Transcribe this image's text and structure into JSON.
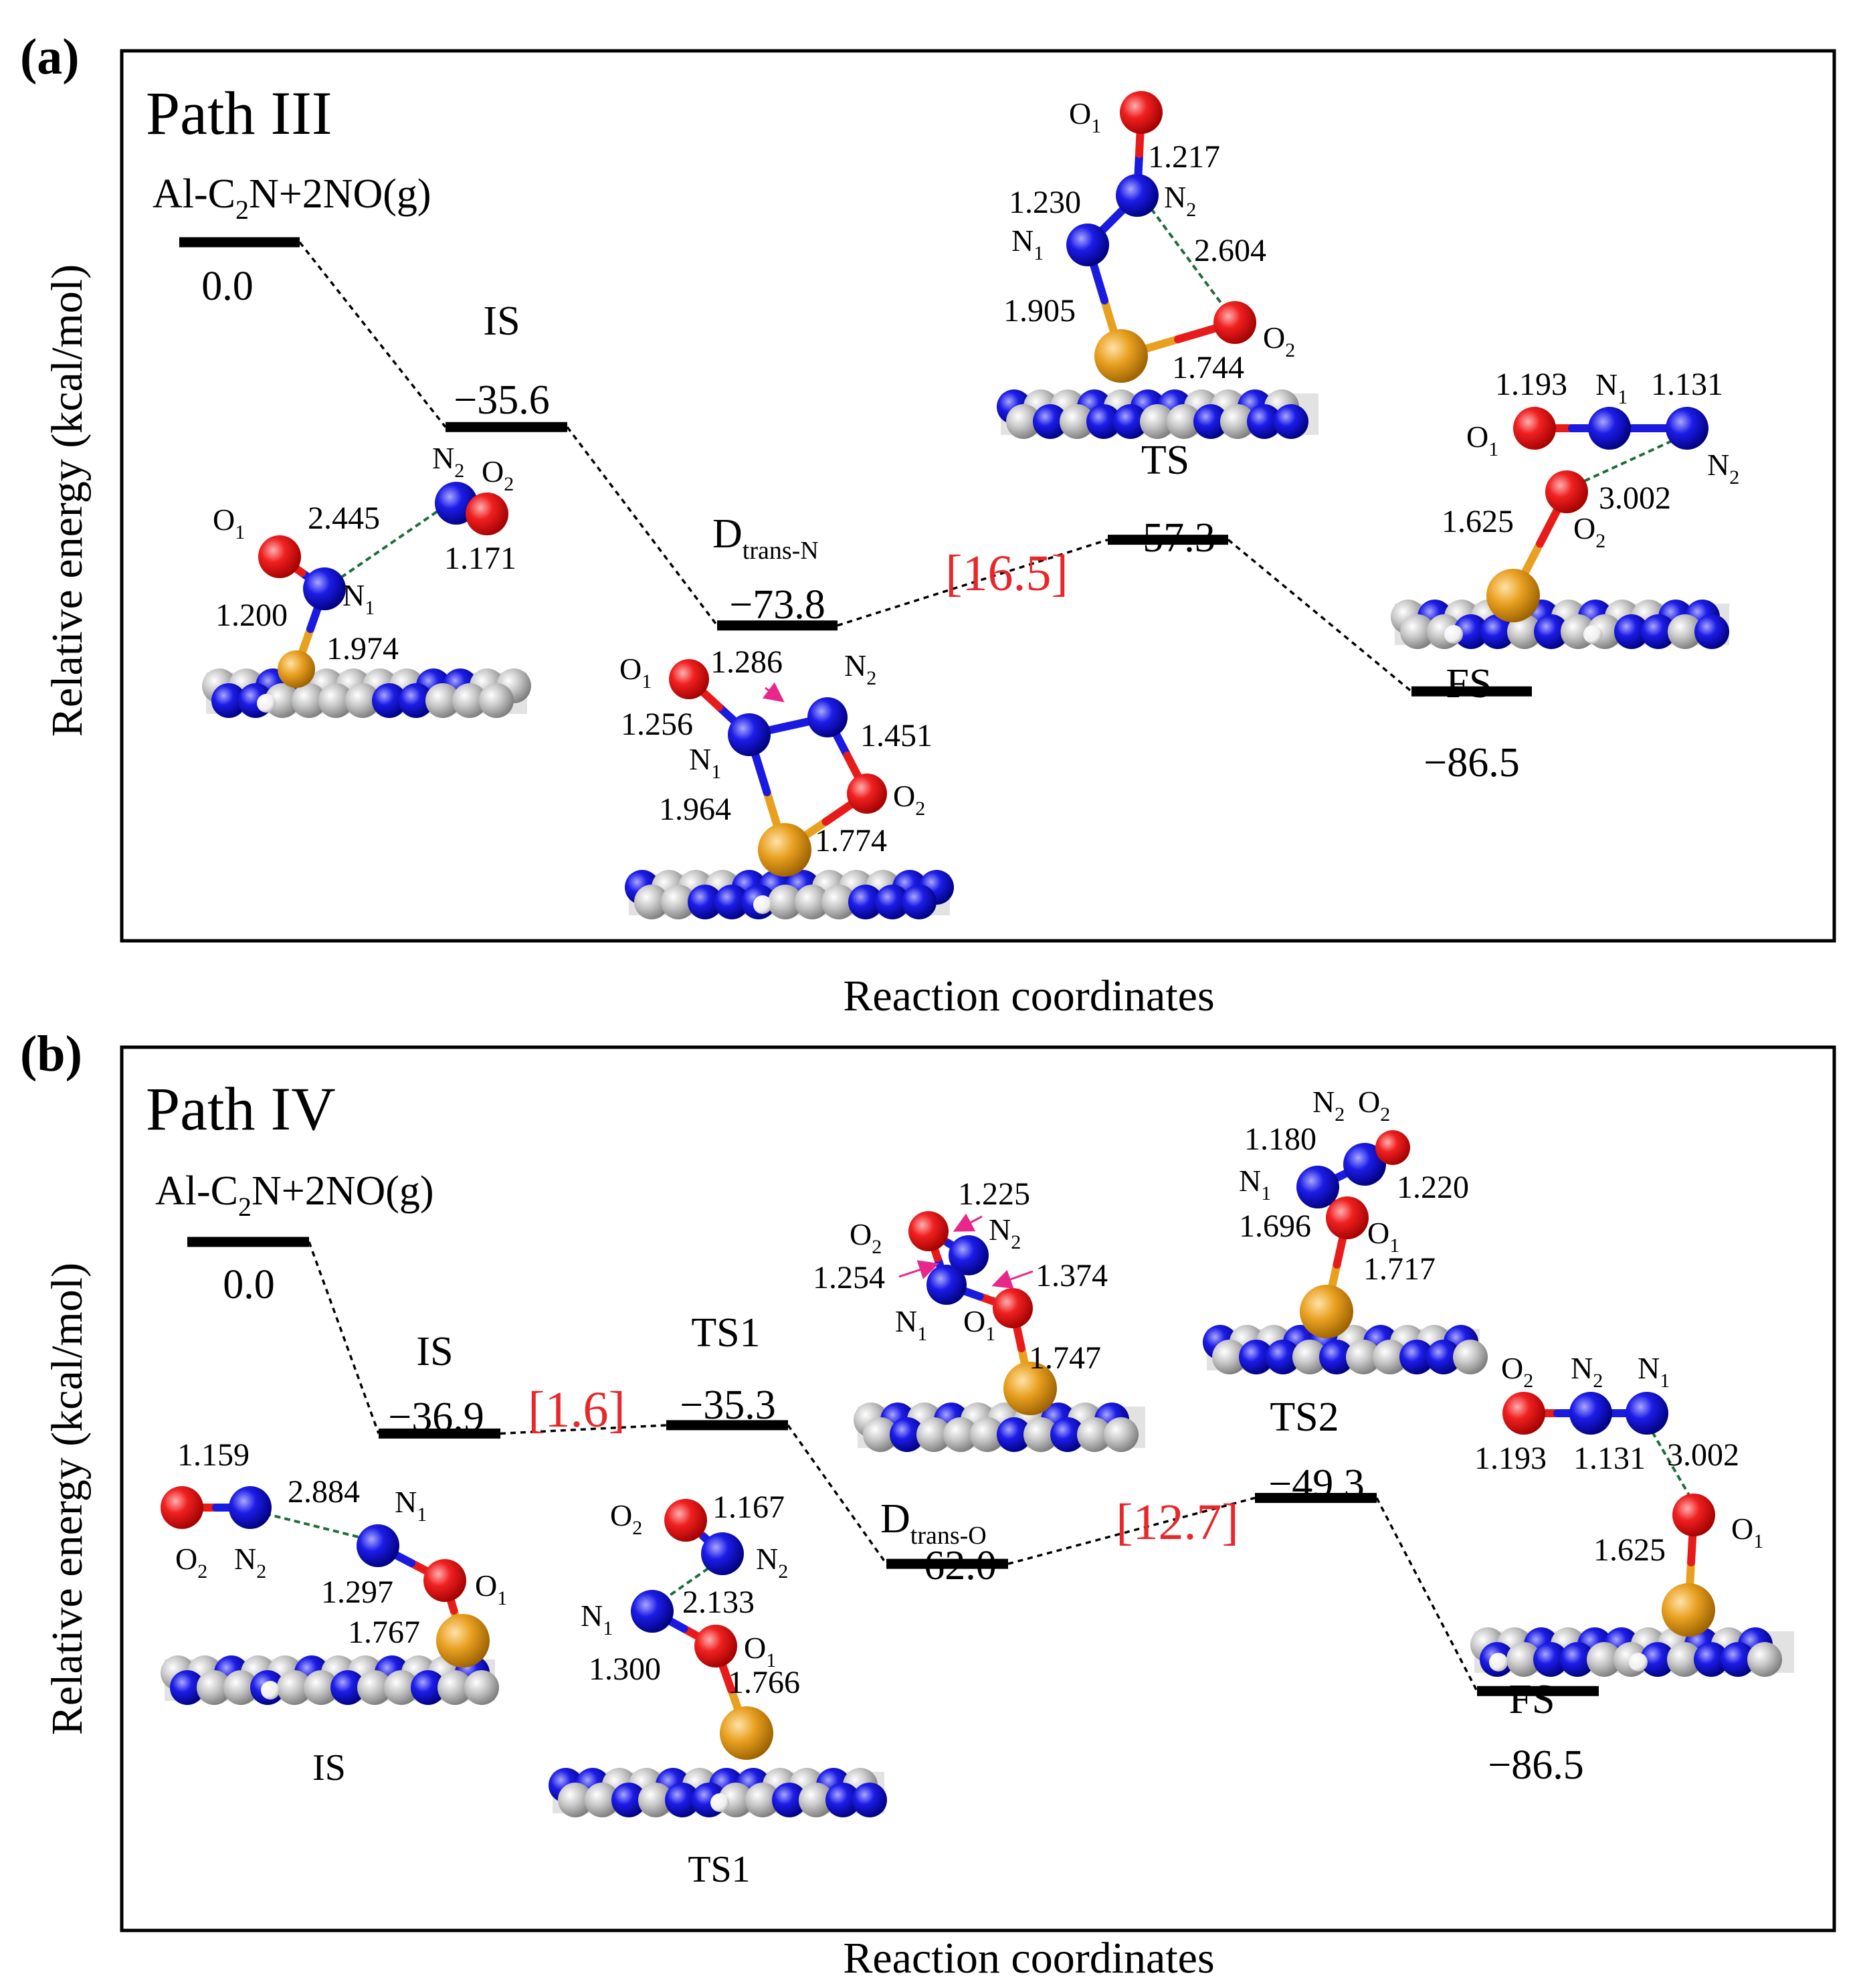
{
  "chart_data": [
    {
      "type": "energy-profile",
      "panel_label": "(a)",
      "title": "Path III",
      "xlabel": "Reaction coordinates",
      "ylabel": "Relative energy (kcal/mol)",
      "states": [
        {
          "label": "Al-C₂N+2NO(g)",
          "label_main": "Al-C",
          "label_sub": "2",
          "label_rest": "N+2NO(g)",
          "energy": 0.0,
          "energy_text": "0.0"
        },
        {
          "label": "IS",
          "energy": -35.6,
          "energy_text": "−35.6"
        },
        {
          "label": "D trans-N",
          "label_main": "D",
          "label_sub": "trans-N",
          "energy": -73.8,
          "energy_text": "−73.8"
        },
        {
          "label": "TS",
          "energy": -57.3,
          "energy_text": "−57.3"
        },
        {
          "label": "FS",
          "energy": -86.5,
          "energy_text": "−86.5"
        }
      ],
      "barriers": [
        {
          "between": [
            "D trans-N",
            "TS"
          ],
          "value": 16.5,
          "text": "[16.5]"
        }
      ],
      "structures": [
        {
          "state": "IS",
          "distances": [
            "2.445",
            "1.171",
            "1.200",
            "1.974"
          ],
          "atoms": [
            "O",
            "1",
            "N",
            "1",
            "N",
            "2",
            "O",
            "2"
          ]
        },
        {
          "state": "D trans-N",
          "distances": [
            "1.286",
            "1.256",
            "1.451",
            "1.964",
            "1.774"
          ],
          "atoms": [
            "O",
            "1",
            "N",
            "2",
            "N",
            "1",
            "O",
            "2"
          ]
        },
        {
          "state": "TS",
          "distances": [
            "1.217",
            "1.230",
            "2.604",
            "1.905",
            "1.744"
          ],
          "atoms": [
            "O",
            "1",
            "N",
            "2",
            "N",
            "1",
            "O",
            "2"
          ]
        },
        {
          "state": "FS",
          "distances": [
            "1.193",
            "1.131",
            "3.002",
            "1.625"
          ],
          "atoms": [
            "N",
            "1",
            "O",
            "1",
            "N",
            "2",
            "O",
            "2"
          ]
        }
      ]
    },
    {
      "type": "energy-profile",
      "panel_label": "(b)",
      "title": "Path IV",
      "xlabel": "Reaction coordinates",
      "ylabel": "Relative energy (kcal/mol)",
      "states": [
        {
          "label": "Al-C₂N+2NO(g)",
          "label_main": "Al-C",
          "label_sub": "2",
          "label_rest": "N+2NO(g)",
          "energy": 0.0,
          "energy_text": "0.0"
        },
        {
          "label": "IS",
          "energy": -36.9,
          "energy_text": "−36.9"
        },
        {
          "label": "TS1",
          "energy": -35.3,
          "energy_text": "−35.3"
        },
        {
          "label": "D trans-O",
          "label_main": "D",
          "label_sub": "trans-O",
          "energy": -62.0,
          "energy_text": "−62.0"
        },
        {
          "label": "TS2",
          "energy": -49.3,
          "energy_text": "−49.3"
        },
        {
          "label": "FS",
          "energy": -86.5,
          "energy_text": "−86.5"
        }
      ],
      "barriers": [
        {
          "between": [
            "IS",
            "TS1"
          ],
          "value": 1.6,
          "text": "[1.6]"
        },
        {
          "between": [
            "D trans-O",
            "TS2"
          ],
          "value": 12.7,
          "text": "[12.7]"
        }
      ],
      "structure_captions": [
        "IS",
        "TS1"
      ],
      "structures": [
        {
          "state": "IS",
          "distances": [
            "1.159",
            "2.884",
            "1.297",
            "1.767"
          ],
          "atoms": [
            "N",
            "1",
            "O",
            "2",
            "N",
            "2",
            "O",
            "1"
          ]
        },
        {
          "state": "TS1",
          "distances": [
            "1.167",
            "2.133",
            "1.300",
            "1.766"
          ],
          "atoms": [
            "O",
            "2",
            "N",
            "2",
            "N",
            "1",
            "O",
            "1"
          ]
        },
        {
          "state": "D trans-O",
          "distances": [
            "1.225",
            "1.254",
            "1.374",
            "1.747"
          ],
          "atoms": [
            "O",
            "2",
            "N",
            "2",
            "N",
            "1",
            "O",
            "1"
          ]
        },
        {
          "state": "TS2",
          "distances": [
            "1.180",
            "1.220",
            "1.696",
            "1.717"
          ],
          "atoms": [
            "N",
            "2",
            "O",
            "2",
            "N",
            "1",
            "O",
            "1"
          ]
        },
        {
          "state": "FS",
          "distances": [
            "1.193",
            "1.131",
            "3.002",
            "1.625"
          ],
          "atoms": [
            "O",
            "2",
            "N",
            "2",
            "N",
            "1",
            "O",
            "1"
          ]
        }
      ]
    }
  ],
  "colors": {
    "frame": "#000000",
    "level": "#000000",
    "connector": "#000000",
    "barrier_text": "#e8272a",
    "oxygen": "#e81b1b",
    "nitrogen": "#1a1ae0",
    "aluminum": "#e8a020",
    "carbon": "#b4b4b4",
    "hydrogen": "#f2f2f2",
    "partial_bond": "#1f6e3a",
    "pointer_arrow": "#e8278a"
  }
}
